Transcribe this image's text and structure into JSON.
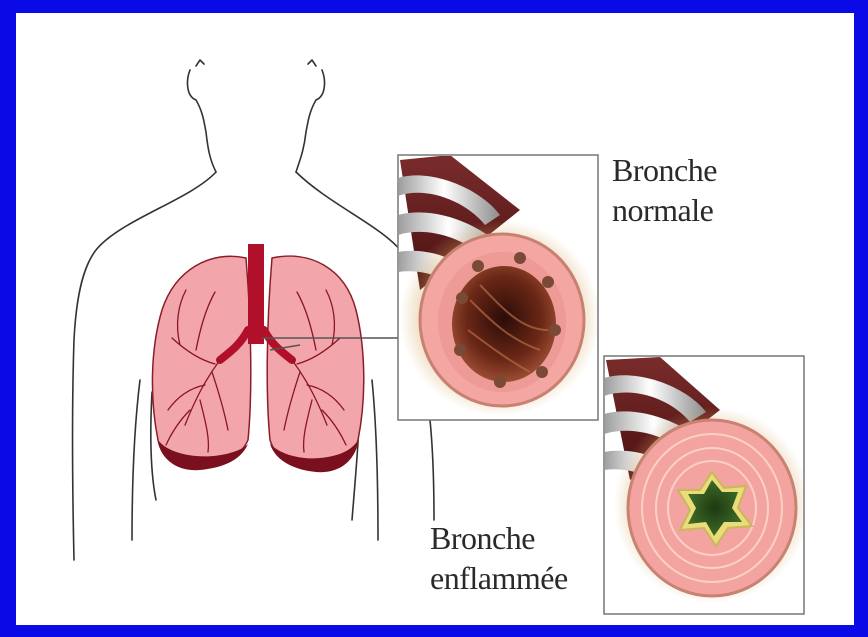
{
  "labels": {
    "normal": {
      "line1": "Bronche",
      "line2": "normale"
    },
    "inflamed": {
      "line1": "Bronche",
      "line2": "enflammée"
    }
  },
  "colors": {
    "border": "#0a0ae6",
    "lung": "#f2a6ab",
    "lung_dark": "#7a0f1e",
    "trachea": "#b0102a",
    "mucosa": "#f3a3a0",
    "mucus": "#2f5a1e"
  }
}
